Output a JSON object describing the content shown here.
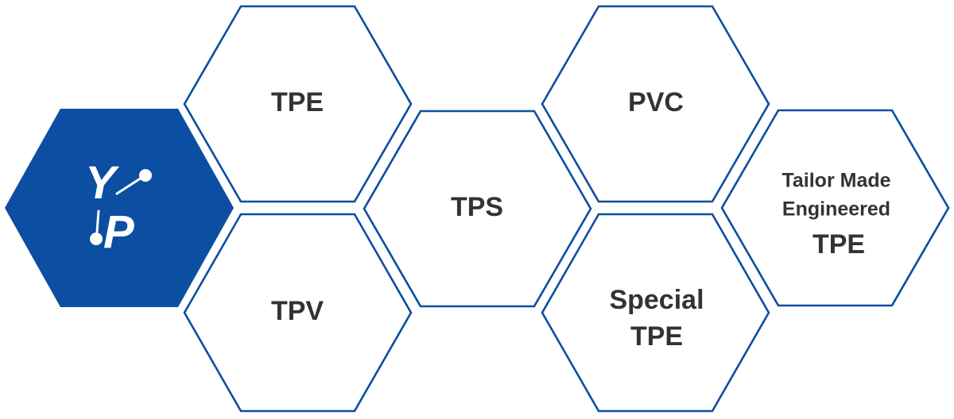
{
  "brand": {
    "logo_text_1": "Y",
    "logo_text_2": "P",
    "accent_color": "#0b4ea2"
  },
  "hexagons": {
    "tpe": {
      "lines": [
        "TPE"
      ]
    },
    "tpv": {
      "lines": [
        "TPV"
      ]
    },
    "tps": {
      "lines": [
        "TPS"
      ]
    },
    "pvc": {
      "lines": [
        "PVC"
      ]
    },
    "special_tpe": {
      "lines": [
        "Special",
        "TPE"
      ]
    },
    "tailor_made": {
      "lines": [
        "Tailor Made",
        "Engineered",
        "TPE"
      ]
    }
  }
}
